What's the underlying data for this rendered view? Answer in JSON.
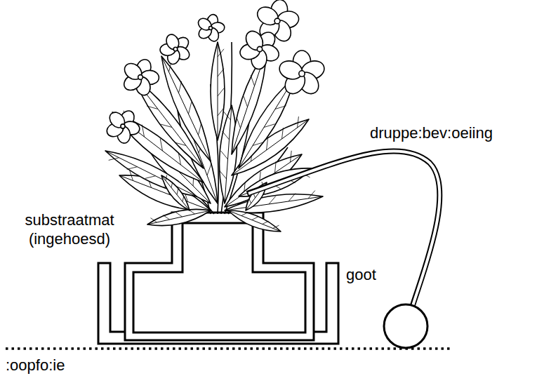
{
  "diagram": {
    "labels": [
      "druppe:bev:oeiing",
      "substraatmat (ingehoesd)",
      "goot",
      ":oopfo:ie"
    ]
  }
}
